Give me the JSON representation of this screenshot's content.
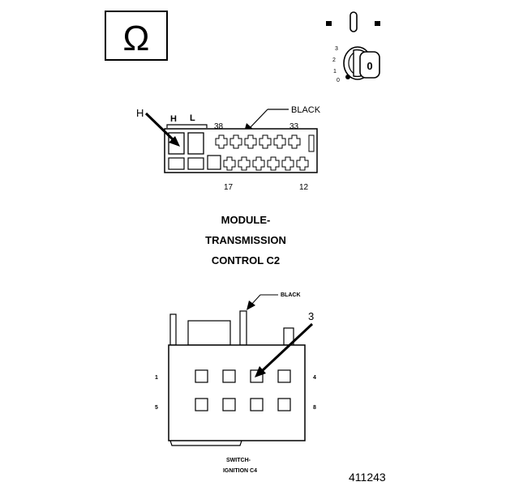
{
  "figure_id": "411243",
  "ohm_symbol": "Ω",
  "ignition": {
    "positions": [
      "3",
      "2",
      "1",
      "0"
    ],
    "key_label": "0"
  },
  "tcm_connector": {
    "pin_hl_letters": [
      "H",
      "L"
    ],
    "pointer_letter": "H",
    "color_label": "BLACK",
    "pin_labels": {
      "top_left": "38",
      "top_right": "33",
      "bottom_left": "17",
      "bottom_right": "12"
    },
    "title_lines": [
      "MODULE-",
      "TRANSMISSION",
      "CONTROL C2"
    ]
  },
  "switch_connector": {
    "color_label": "BLACK",
    "pointer_pin": "3",
    "pin_labels": {
      "row1_left": "1",
      "row1_right": "4",
      "row2_left": "5",
      "row2_right": "8"
    },
    "caption_lines": [
      "SWITCH-",
      "IGNITION C4"
    ]
  }
}
